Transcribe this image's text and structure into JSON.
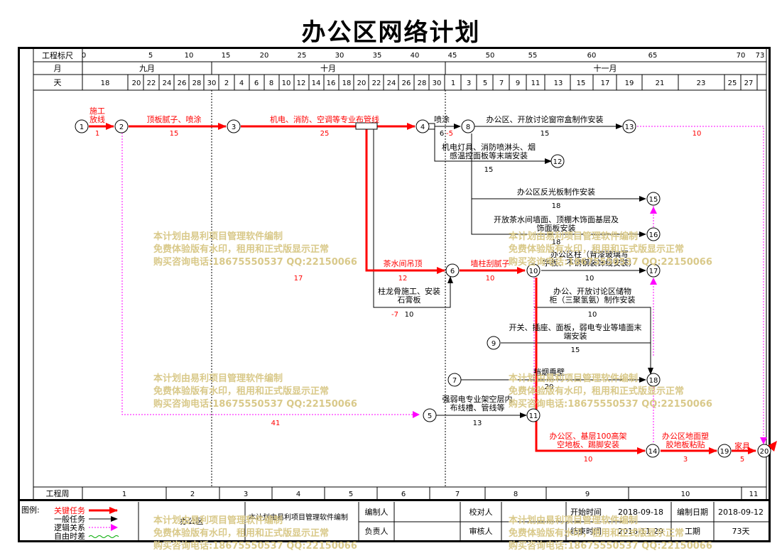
{
  "title": "办公区网络计划",
  "header": {
    "row1_label": "工程标尺",
    "row2_label": "月",
    "row3_label": "天",
    "scale": [
      "0",
      "5",
      "10",
      "15",
      "20",
      "25",
      "30",
      "35",
      "40",
      "45",
      "50",
      "55",
      "60",
      "65",
      "70",
      "73"
    ],
    "months": [
      "九月",
      "十月",
      "十一月"
    ],
    "days": [
      "18",
      "20",
      "22",
      "24",
      "26",
      "28",
      "30",
      "2",
      "4",
      "6",
      "8",
      "10",
      "12",
      "14",
      "16",
      "18",
      "20",
      "22",
      "24",
      "26",
      "28",
      "30",
      "1",
      "3",
      "5",
      "7",
      "9",
      "11",
      "13",
      "15",
      "17",
      "19",
      "21",
      "23",
      "25",
      "27"
    ]
  },
  "footer": {
    "week_label": "工程周",
    "weeks": [
      "1",
      "2",
      "3",
      "4",
      "5",
      "6",
      "7",
      "8",
      "9",
      "10",
      "11"
    ]
  },
  "nodes": [
    "1",
    "2",
    "3",
    "4",
    "5",
    "6",
    "7",
    "8",
    "9",
    "10",
    "11",
    "12",
    "13",
    "14",
    "15",
    "16",
    "17",
    "18",
    "19",
    "20"
  ],
  "tasks": [
    {
      "name": "施工放线",
      "dur": "1"
    },
    {
      "name": "顶板腻子、喷涂",
      "dur": "15"
    },
    {
      "name": "机电、消防、空调等专业布管线",
      "dur": "25"
    },
    {
      "name": "喷涂",
      "dur": "6"
    },
    {
      "name": "-5",
      "dur": ""
    },
    {
      "name": "办公区、开放讨论窗帘盒制作安装",
      "dur": "15"
    },
    {
      "name": "机电灯具、消防喷淋头、烟感温控面板等末端安装",
      "dur": "15"
    },
    {
      "name": "办公区反光板制作安装",
      "dur": "18"
    },
    {
      "name": "开放茶水间墙面、顶棚木饰面基层及饰面板安装",
      "dur": "18"
    },
    {
      "name": "茶水间吊顶",
      "dur": "12"
    },
    {
      "name": "墙柱刮腻子",
      "dur": "10"
    },
    {
      "name": "办公区柱（背漆玻璃写字板、不锈钢装饰线安装）",
      "dur": "10"
    },
    {
      "name": "柱龙骨施工、安装石膏板",
      "dur": "10"
    },
    {
      "name": "-7",
      "dur": ""
    },
    {
      "name": "办公、开放讨论区储物柜（三聚氢氨）制作安装",
      "dur": "10"
    },
    {
      "name": "开关、插座、面板，弱电专业等墙面末端安装",
      "dur": "15"
    },
    {
      "name": "挡烟垂壁",
      "dur": "20"
    },
    {
      "name": "强弱电专业架空层内布线槽、管线等",
      "dur": "13"
    },
    {
      "name": "办公区、基层100高架空地板、踢脚安装",
      "dur": "10"
    },
    {
      "name": "办公区地面塑胶地板粘贴",
      "dur": "3"
    },
    {
      "name": "家具",
      "dur": "5"
    },
    {
      "name": "",
      "dur": "10"
    },
    {
      "name": "",
      "dur": "17"
    },
    {
      "name": "",
      "dur": "41"
    }
  ],
  "legend": {
    "label": "图例:",
    "items": [
      "关键任务",
      "一般任务",
      "逻辑关系",
      "自由时差"
    ],
    "colors": [
      "#ff0000",
      "#000000",
      "#ff00ff",
      "#00aa00"
    ]
  },
  "info": {
    "project": "办公区",
    "compiled": "本计划由易利项目管理软件编制",
    "editor_label": "编制人",
    "checker_label": "校对人",
    "owner_label": "负责人",
    "auditor_label": "审核人",
    "start_label": "开始时间",
    "start_value": "2018-09-18",
    "end_label": "结束时间",
    "end_value": "2018-11-29",
    "date_label": "编制日期",
    "date_value": "2018-09-12",
    "period_label": "工期",
    "period_value": "73天"
  },
  "watermark": {
    "line1": "本计划由易利项目管理软件编制",
    "line2": "免费体验版有水印，租用和正式版显示正常",
    "line3": "购买咨询电话:18675550537 QQ:22150066"
  },
  "colors": {
    "critical": "#ff0000",
    "normal": "#000000",
    "logic": "#ff00ff",
    "float": "#00aa00"
  }
}
